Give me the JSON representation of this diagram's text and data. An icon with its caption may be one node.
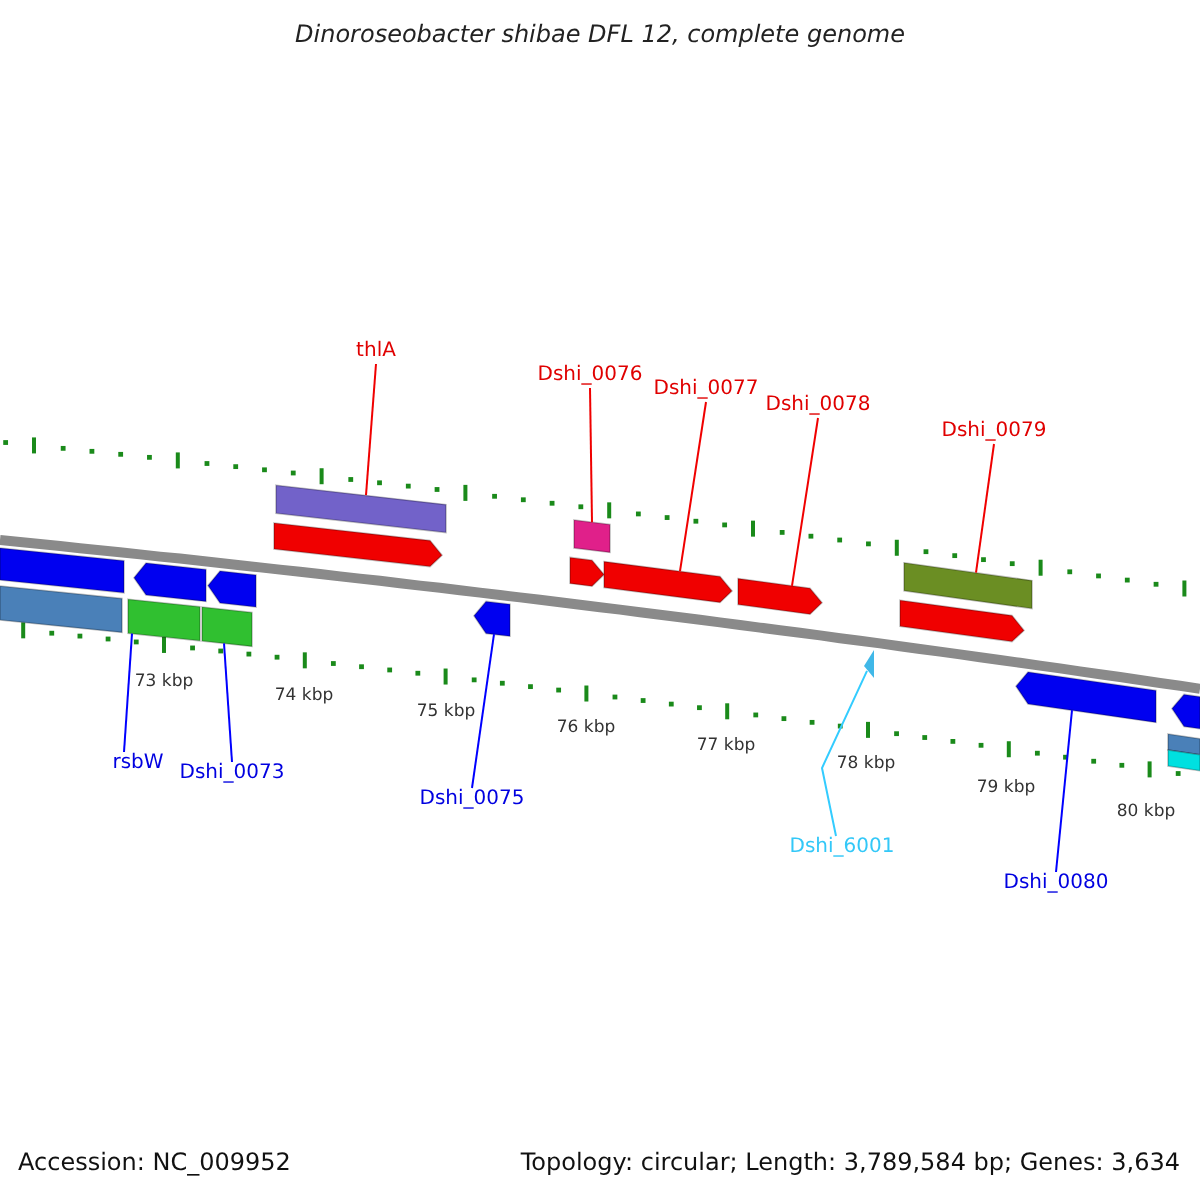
{
  "diagram": {
    "title": "Dinoroseobacter shibae DFL 12, complete genome",
    "nodes": [
      {
        "text": [
          "thlA"
        ]
      },
      {
        "text": [
          "Dshi_0076"
        ]
      },
      {
        "text": [
          "Dshi_0077"
        ]
      },
      {
        "text": [
          "Dshi_0078"
        ]
      },
      {
        "text": [
          "Dshi_0079"
        ]
      },
      {
        "text": [
          "rsbW"
        ]
      },
      {
        "text": [
          "Dshi_0073"
        ]
      },
      {
        "text": [
          "Dshi_0075"
        ]
      },
      {
        "text": [
          "Dshi_6001"
        ]
      },
      {
        "text": [
          "Dshi_0080"
        ]
      },
      {
        "text": [],
        "shape": "bar"
      },
      {
        "text": [],
        "shape": "bar"
      },
      {
        "text": [],
        "shape": "bar"
      },
      {
        "text": [],
        "shape": "arrow"
      },
      {
        "text": [],
        "shape": "bar"
      },
      {
        "text": [],
        "shape": "arrow"
      },
      {
        "text": [],
        "shape": "arrow"
      },
      {
        "text": [],
        "shape": "bar"
      },
      {
        "text": [],
        "shape": "arrow"
      },
      {
        "text": [],
        "shape": "arrow"
      },
      {
        "text": [],
        "shape": "bar"
      },
      {
        "text": [],
        "shape": "arrow"
      },
      {
        "text": [],
        "shape": "arrow"
      },
      {
        "text": [],
        "shape": "triangle"
      },
      {
        "text": [],
        "shape": "arrow"
      },
      {
        "text": [],
        "shape": "bar"
      },
      {
        "text": [],
        "shape": "arrow"
      },
      {
        "text": [],
        "shape": "bar"
      },
      {
        "text": [],
        "shape": "bar"
      },
      {
        "text": [],
        "shape": "arrow"
      }
    ],
    "edges": [
      {
        "from": 0,
        "to": 17,
        "arrow": "none"
      },
      {
        "from": 1,
        "to": 20,
        "arrow": "none"
      },
      {
        "from": 2,
        "to": 21,
        "arrow": "none"
      },
      {
        "from": 3,
        "to": 22,
        "arrow": "none"
      },
      {
        "from": 4,
        "to": 25,
        "arrow": "none"
      },
      {
        "from": 5,
        "to": 12,
        "arrow": "none",
        "color": "#0000ff"
      },
      {
        "from": 6,
        "to": 14,
        "arrow": "none",
        "color": "#0000ff"
      },
      {
        "from": 7,
        "to": 18,
        "arrow": "none",
        "color": "#0000ff"
      },
      {
        "from": 8,
        "to": 23,
        "arrow": "none",
        "color": "#33ccff"
      },
      {
        "from": 9,
        "to": 26,
        "arrow": "none",
        "color": "#0000ff"
      }
    ],
    "labels": [
      "73 kbp",
      "74 kbp",
      "75 kbp",
      "76 kbp",
      "77 kbp",
      "78 kbp",
      "79 kbp",
      "80 kbp",
      "Accession: NC_009952",
      "Topology: circular; Length: 3,789,584 bp; Genes: 3,634"
    ]
  }
}
